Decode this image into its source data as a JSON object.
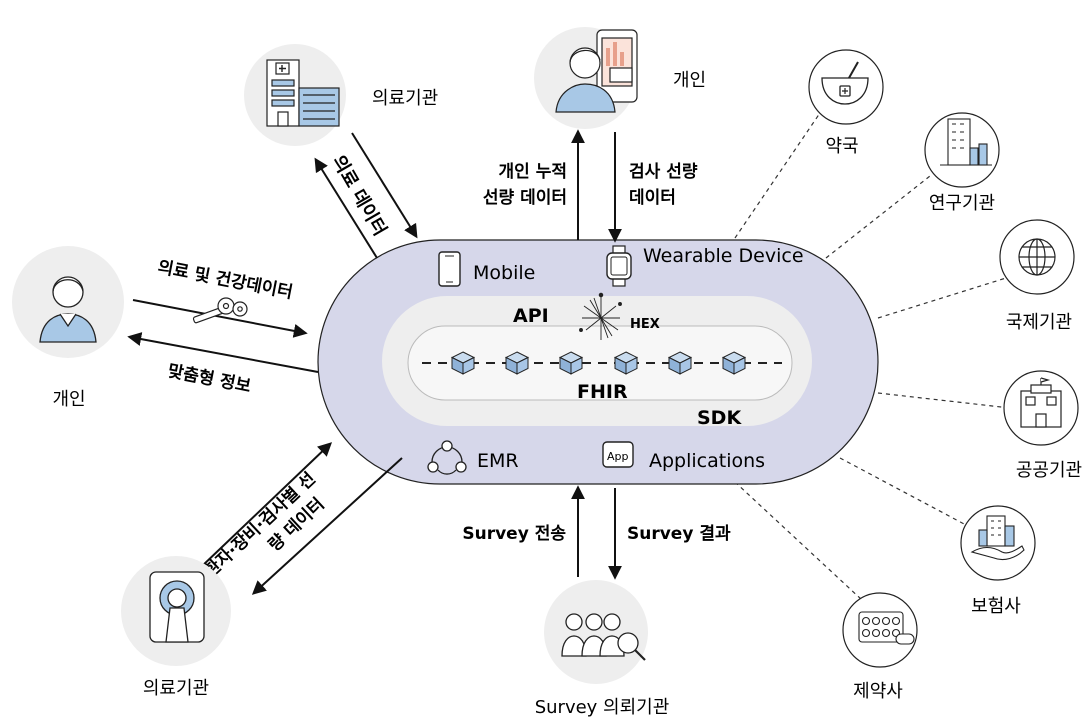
{
  "nodes": {
    "hospital_top": "의료기관",
    "person_top": "개인",
    "pharmacy": "약국",
    "research": "연구기관",
    "international": "국제기관",
    "public": "공공기관",
    "insurance": "보험사",
    "pharma": "제약사",
    "survey_org": "Survey 의뢰기관",
    "hospital_bottom": "의료기관",
    "person_left": "개인"
  },
  "platform": {
    "mobile": "Mobile",
    "wearable": "Wearable Device",
    "api": "API",
    "hex": "HEX",
    "fhir": "FHIR",
    "sdk": "SDK",
    "emr": "EMR",
    "applications": "Applications",
    "app_badge": "App"
  },
  "flows": {
    "medical_data": "의료 데이터",
    "personal_cumulative_line1": "개인 누적",
    "personal_cumulative_line2": "선량 데이터",
    "exam_dose_line1": "검사 선량",
    "exam_dose_line2": "데이터",
    "medical_health_data": "의료 및 건강데이터",
    "custom_info": "맞춤형 정보",
    "patient_equipment_line1": "환자·장비·검사별 선",
    "patient_equipment_line2": "량 데이터",
    "survey_send": "Survey 전송",
    "survey_result": "Survey 결과"
  },
  "colors": {
    "platform_outer": "#d6d7ea",
    "platform_mid": "#eeeeee",
    "platform_inner": "#f7f7f7",
    "node_bg": "#eeeeee",
    "cube": "#8fb2d8",
    "person_shirt": "#a8c8e6",
    "stroke": "#222222"
  }
}
